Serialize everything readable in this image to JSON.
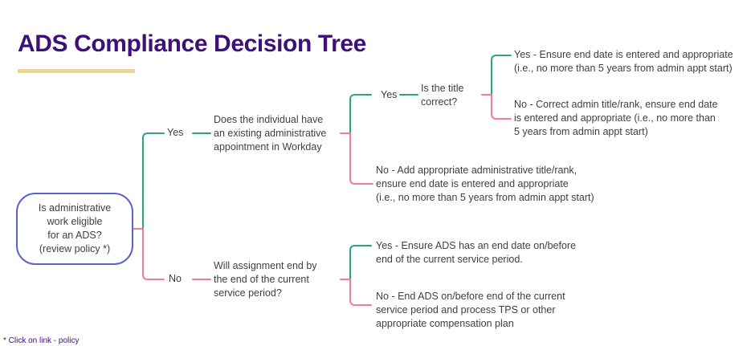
{
  "header": {
    "title": "ADS Compliance Decision Tree",
    "rule_color": "#E8D5A0",
    "title_color": "#3D1178"
  },
  "colors": {
    "yes_branch": "#2BA58A",
    "no_branch": "#F0808F",
    "root_border": "#5B63D3",
    "text": "#3F3F3F"
  },
  "root": {
    "text": "Is administrative\nwork eligible\nfor an ADS?\n(review policy *)"
  },
  "branches": {
    "level1_yes_label": "Yes",
    "level1_no_label": "No",
    "level2_yes_label": "Yes"
  },
  "nodes": {
    "q_existing_appt": "Does the individual have\nan existing administrative\nappointment in Workday",
    "q_title_correct": "Is the title\ncorrect?",
    "outcome_title_yes": "Yes - Ensure end date is entered and appropriate\n(i.e., no more than 5 years from admin appt start)",
    "outcome_title_no": "No - Correct admin title/rank, ensure end date\nis entered and appropriate (i.e., no more than\n5 years from admin appt start)",
    "outcome_no_existing_appt": "No - Add appropriate administrative title/rank,\nensure end date is entered and appropriate\n(i.e., no more than 5 years from admin appt start)",
    "q_assignment_end": "Will assignment end by\nthe end of the current\nservice period?",
    "outcome_assignment_yes": "Yes -  Ensure ADS has an end date on/before\nend of the current service period.",
    "outcome_assignment_no": "No - End ADS on/before end of the current\nservice period and process TPS or other\nappropriate compensation plan"
  },
  "footnote": {
    "text": "* Click on link - policy"
  }
}
